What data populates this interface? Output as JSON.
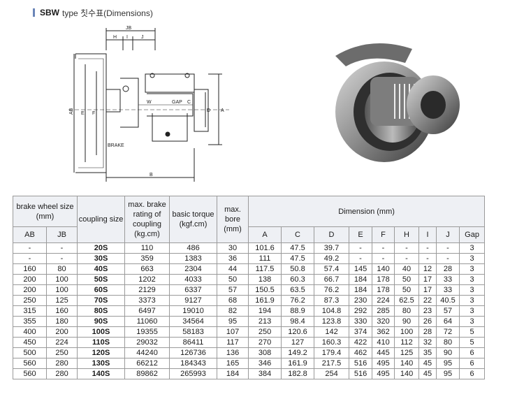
{
  "title": {
    "bold": "SBW",
    "rest": "type 칫수표(Dimensions)"
  },
  "drawing_labels": {
    "jb": "JB",
    "h": "H",
    "i": "I",
    "j": "J",
    "w": "W",
    "gap": "GAP",
    "c": "C",
    "ab": "AB",
    "e": "E",
    "f": "F",
    "d": "D",
    "a": "A",
    "brake": "BRAKE",
    "b": "B"
  },
  "table": {
    "header": {
      "brake_wheel": "brake wheel size (mm)",
      "coupling_size": "coupling size",
      "max_brake": "max. brake rating of coupling (kg.cm)",
      "basic_torque": "basic torque (kgf.cm)",
      "max_bore": "max. bore (mm)",
      "dimension": "Dimension (mm)",
      "sub": [
        "AB",
        "JB",
        "A",
        "C",
        "D",
        "E",
        "F",
        "H",
        "I",
        "J",
        "Gap"
      ]
    },
    "rows": [
      [
        "-",
        "-",
        "20S",
        "110",
        "486",
        "30",
        "101.6",
        "47.5",
        "39.7",
        "-",
        "-",
        "-",
        "-",
        "-",
        "3"
      ],
      [
        "-",
        "-",
        "30S",
        "359",
        "1383",
        "36",
        "111",
        "47.5",
        "49.2",
        "-",
        "-",
        "-",
        "-",
        "-",
        "3"
      ],
      [
        "160",
        "80",
        "40S",
        "663",
        "2304",
        "44",
        "117.5",
        "50.8",
        "57.4",
        "145",
        "140",
        "40",
        "12",
        "28",
        "3"
      ],
      [
        "200",
        "100",
        "50S",
        "1202",
        "4033",
        "50",
        "138",
        "60.3",
        "66.7",
        "184",
        "178",
        "50",
        "17",
        "33",
        "3"
      ],
      [
        "200",
        "100",
        "60S",
        "2129",
        "6337",
        "57",
        "150.5",
        "63.5",
        "76.2",
        "184",
        "178",
        "50",
        "17",
        "33",
        "3"
      ],
      [
        "250",
        "125",
        "70S",
        "3373",
        "9127",
        "68",
        "161.9",
        "76.2",
        "87.3",
        "230",
        "224",
        "62.5",
        "22",
        "40.5",
        "3"
      ],
      [
        "315",
        "160",
        "80S",
        "6497",
        "19010",
        "82",
        "194",
        "88.9",
        "104.8",
        "292",
        "285",
        "80",
        "23",
        "57",
        "3"
      ],
      [
        "355",
        "180",
        "90S",
        "11060",
        "34564",
        "95",
        "213",
        "98.4",
        "123.8",
        "330",
        "320",
        "90",
        "26",
        "64",
        "3"
      ],
      [
        "400",
        "200",
        "100S",
        "19355",
        "58183",
        "107",
        "250",
        "120.6",
        "142",
        "374",
        "362",
        "100",
        "28",
        "72",
        "5"
      ],
      [
        "450",
        "224",
        "110S",
        "29032",
        "86411",
        "117",
        "270",
        "127",
        "160.3",
        "422",
        "410",
        "112",
        "32",
        "80",
        "5"
      ],
      [
        "500",
        "250",
        "120S",
        "44240",
        "126736",
        "136",
        "308",
        "149.2",
        "179.4",
        "462",
        "445",
        "125",
        "35",
        "90",
        "6"
      ],
      [
        "560",
        "280",
        "130S",
        "66212",
        "184343",
        "165",
        "346",
        "161.9",
        "217.5",
        "516",
        "495",
        "140",
        "45",
        "95",
        "6"
      ],
      [
        "560",
        "280",
        "140S",
        "89862",
        "265993",
        "184",
        "384",
        "182.8",
        "254",
        "516",
        "495",
        "140",
        "45",
        "95",
        "6"
      ]
    ]
  }
}
